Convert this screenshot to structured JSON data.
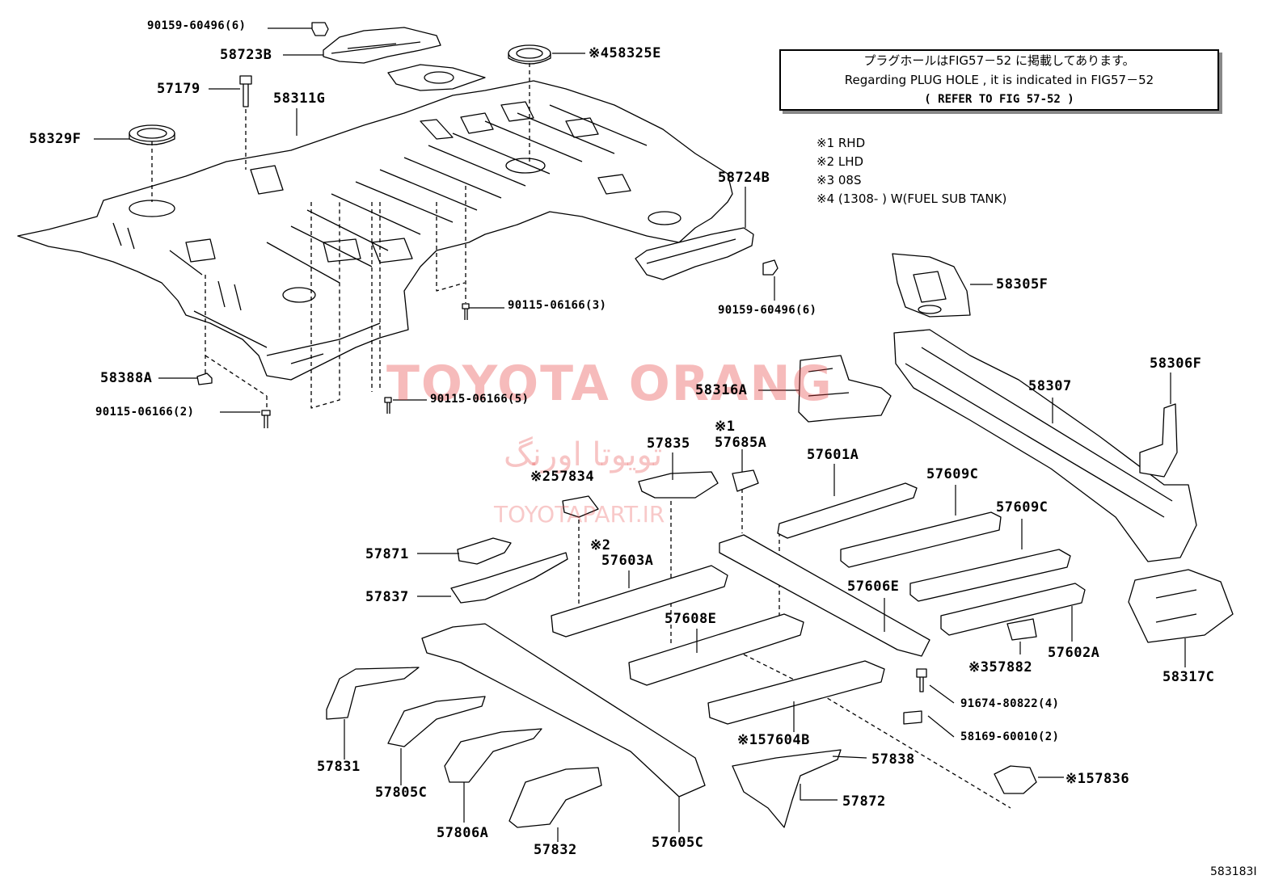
{
  "note": {
    "line1": "プラグホールはFIG57－52 に掲載してあります。",
    "line2": "Regarding PLUG HOLE , it is indicated in FIG57－52",
    "line3": "( REFER TO FIG 57-52 )"
  },
  "legend": [
    "※1 RHD",
    "※2 LHD",
    "※3 08S",
    "※4 (1308-        ) W(FUEL SUB TANK)"
  ],
  "watermark": {
    "brand": "TOYOTA ORANG",
    "persian": "تویوتا اورنگ",
    "site": "TOYOTAPART.IR"
  },
  "labels": {
    "p90159_60496_top": "90159-60496(6)",
    "p58723B": "58723B",
    "p57179": "57179",
    "p58311G": "58311G",
    "p58329F": "58329F",
    "p58325E": "※458325E",
    "p58724B": "58724B",
    "p90159_60496_mid": "90159-60496(6)",
    "p90115_06166_3": "90115-06166(3)",
    "p58388A": "58388A",
    "p90115_06166_2": "90115-06166(2)",
    "p90115_06166_5": "90115-06166(5)",
    "p58305F": "58305F",
    "p58316A": "58316A",
    "p58306F": "58306F",
    "p58307": "58307",
    "p57835": "57835",
    "p57685A_mark": "※1",
    "p57685A": "57685A",
    "p57834": "※257834",
    "p57601A": "57601A",
    "p57609C_1": "57609C",
    "p57609C_2": "57609C",
    "p57871": "57871",
    "p57603A_mark": "※2",
    "p57603A": "57603A",
    "p57837": "57837",
    "p57606E": "57606E",
    "p57608E": "57608E",
    "p57882": "※357882",
    "p57602A": "57602A",
    "p58317C": "58317C",
    "p91674_80822": "91674-80822(4)",
    "p58169_60010": "58169-60010(2)",
    "p57604B": "※157604B",
    "p57831": "57831",
    "p57805C": "57805C",
    "p57838": "57838",
    "p57836": "※157836",
    "p57806A": "57806A",
    "p57872": "57872",
    "p57832": "57832",
    "p57605C": "57605C"
  },
  "figure_code": "583183I"
}
